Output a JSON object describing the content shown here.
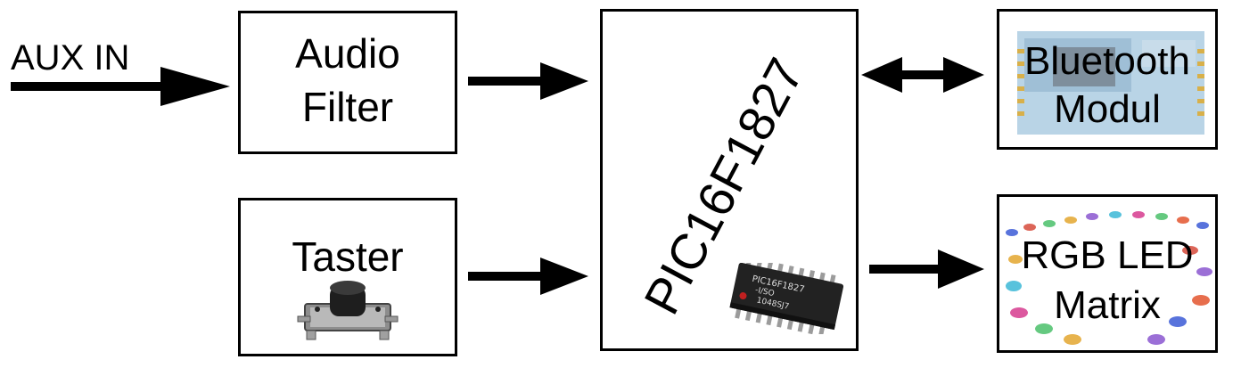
{
  "input": {
    "label": "AUX IN"
  },
  "audio_filter": {
    "line1": "Audio",
    "line2": "Filter"
  },
  "taster": {
    "label": "Taster"
  },
  "mcu": {
    "label": "PIC16F1827",
    "chip_marking_1": "PIC16F1827",
    "chip_marking_2": "-I/SO",
    "chip_marking_3": "1048SJ7"
  },
  "bluetooth": {
    "line1": "Bluetooth",
    "line2": "Modul"
  },
  "rgb_matrix": {
    "line1": "RGB LED",
    "line2": "Matrix"
  }
}
